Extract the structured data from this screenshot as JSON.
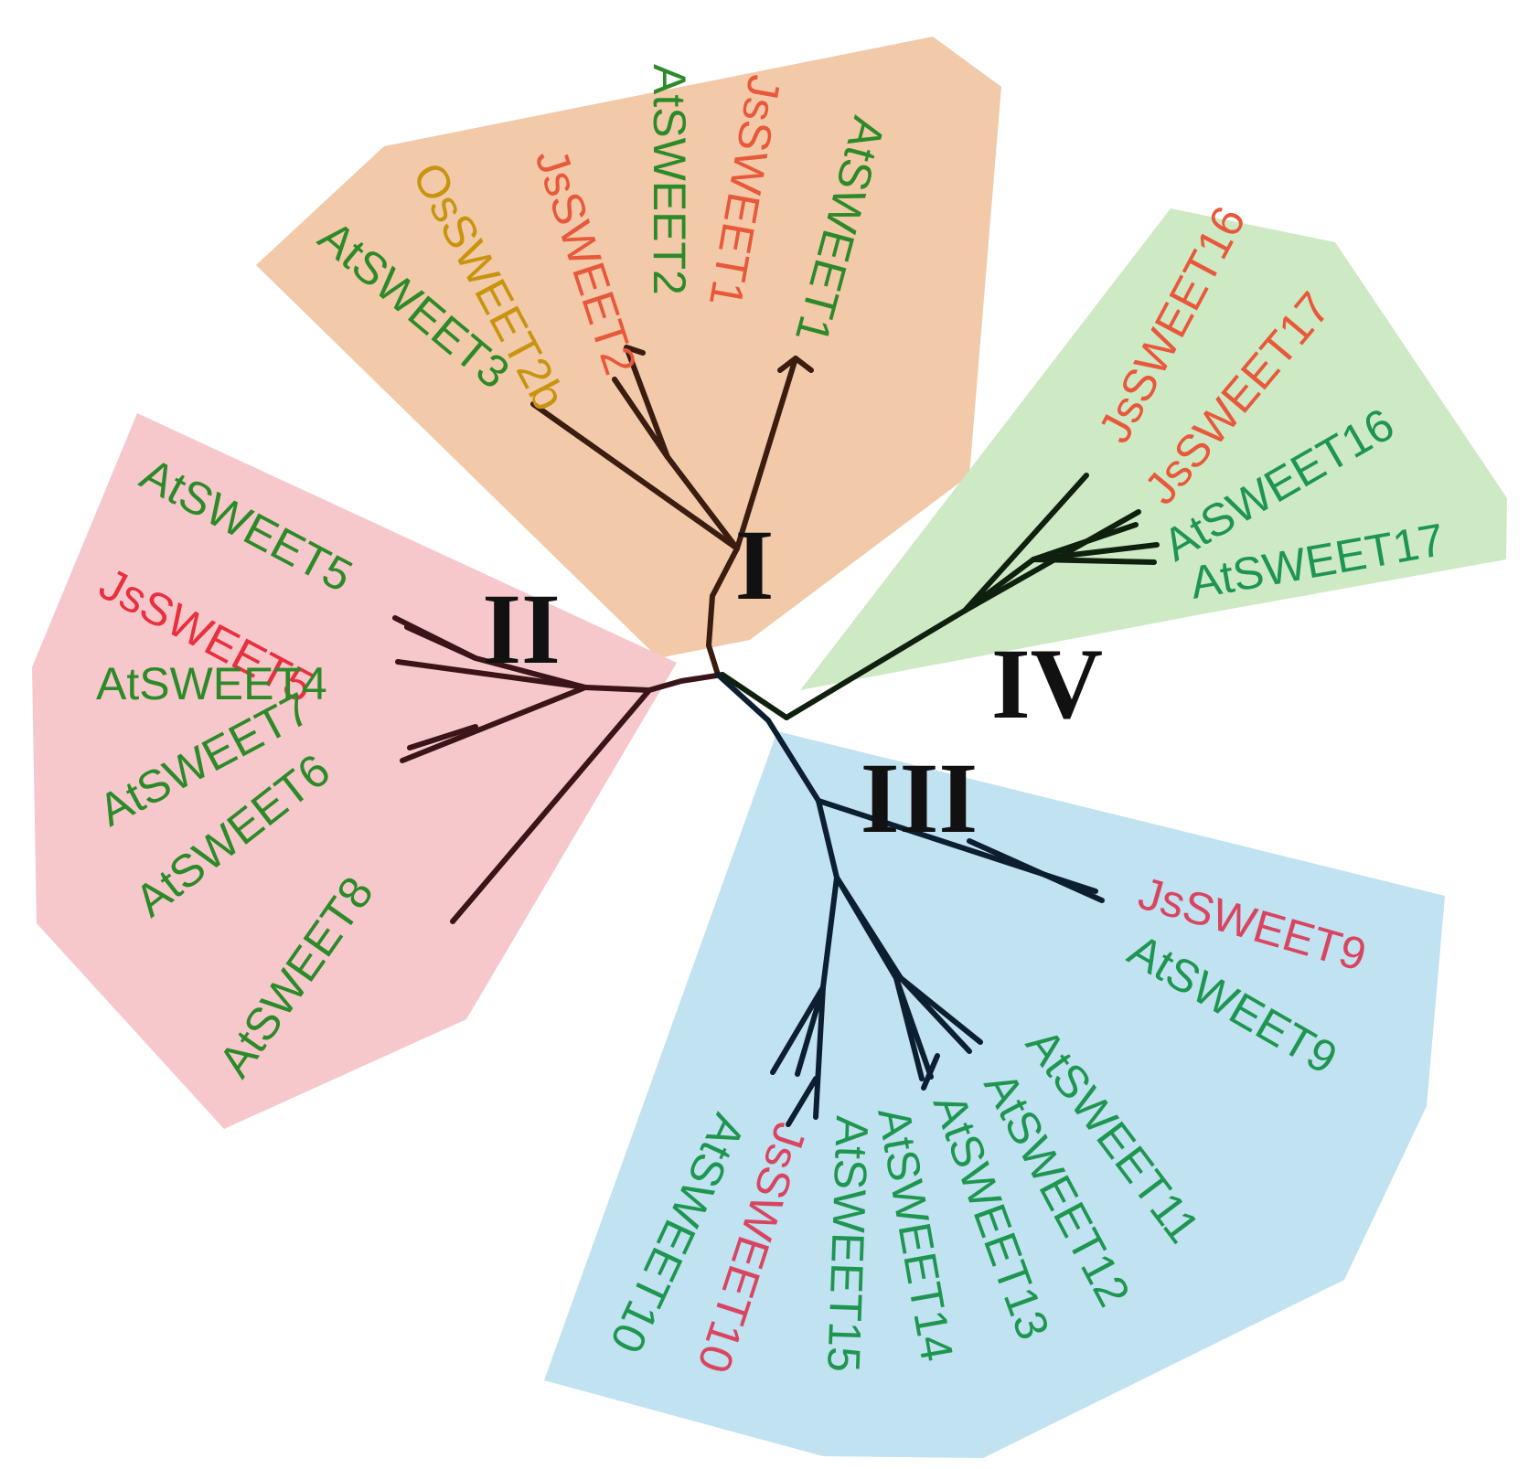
{
  "colors": {
    "group_I_bg": "#f2c9a9",
    "group_II_bg": "#f6c8cc",
    "group_III_bg": "#c0e2f1",
    "group_IV_bg": "#cdeac5",
    "group_I_branch": "#3a1c10",
    "group_II_branch": "#3a1418",
    "group_III_branch": "#0c1f30",
    "group_IV_branch": "#10200f",
    "At_green": "#2c8a28",
    "At_teal_green": "#1e9650",
    "Js_orange_red": "#e8583a",
    "Js_red": "#e8303e",
    "Js_rose": "#d94560",
    "Os_gold": "#c8940e"
  },
  "groups": [
    {
      "label": "I",
      "leaves": [
        {
          "name": "AtSWEET3",
          "color": "At_green"
        },
        {
          "name": "OsSWEET2b",
          "color": "Os_gold"
        },
        {
          "name": "JsSWEET2",
          "color": "Js_orange_red"
        },
        {
          "name": "AtSWEET2",
          "color": "At_green"
        },
        {
          "name": "JsSWEET1",
          "color": "Js_orange_red"
        },
        {
          "name": "AtSWEET1",
          "color": "At_green"
        }
      ]
    },
    {
      "label": "II",
      "leaves": [
        {
          "name": "AtSWEET5",
          "color": "At_green"
        },
        {
          "name": "JsSWEET5",
          "color": "Js_red"
        },
        {
          "name": "AtSWEET4",
          "color": "At_green"
        },
        {
          "name": "AtSWEET7",
          "color": "At_green"
        },
        {
          "name": "AtSWEET6",
          "color": "At_green"
        },
        {
          "name": "AtSWEET8",
          "color": "At_green"
        }
      ]
    },
    {
      "label": "III",
      "leaves": [
        {
          "name": "JsSWEET9",
          "color": "Js_rose"
        },
        {
          "name": "AtSWEET9",
          "color": "At_teal_green"
        },
        {
          "name": "AtSWEET11",
          "color": "At_teal_green"
        },
        {
          "name": "AtSWEET12",
          "color": "At_teal_green"
        },
        {
          "name": "AtSWEET13",
          "color": "At_teal_green"
        },
        {
          "name": "AtSWEET14",
          "color": "At_teal_green"
        },
        {
          "name": "AtSWEET15",
          "color": "At_teal_green"
        },
        {
          "name": "JsSWEET10",
          "color": "Js_rose"
        },
        {
          "name": "AtSWEET10",
          "color": "At_teal_green"
        }
      ]
    },
    {
      "label": "IV",
      "leaves": [
        {
          "name": "JsSWEET16",
          "color": "Js_orange_red"
        },
        {
          "name": "JsSWEET17",
          "color": "Js_orange_red"
        },
        {
          "name": "AtSWEET16",
          "color": "At_teal_green"
        },
        {
          "name": "AtSWEET17",
          "color": "At_teal_green"
        }
      ]
    }
  ]
}
